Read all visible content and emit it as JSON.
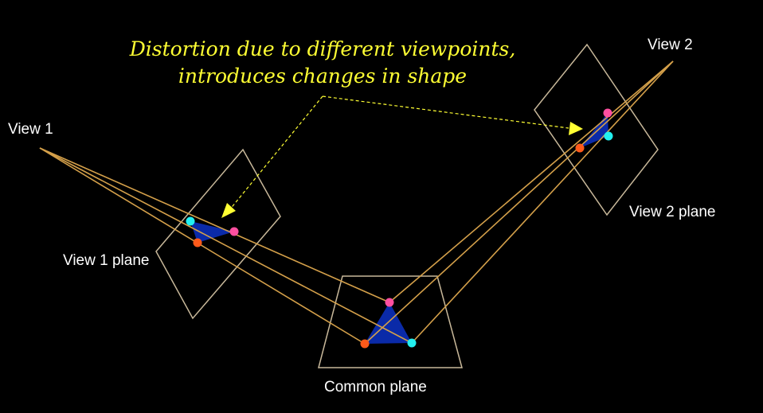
{
  "caption": {
    "line1": "Distortion due to different viewpoints,",
    "line2": "introduces changes in shape"
  },
  "labels": {
    "view1": "View 1",
    "view2": "View 2",
    "view1_plane": "View 1 plane",
    "view2_plane": "View 2 plane",
    "common_plane": "Common plane"
  },
  "colors": {
    "background": "#000000",
    "plane_outline": "#c8b89a",
    "projection_ray": "#d4a04a",
    "triangle_fill": "#0a2aa8",
    "vertex_pink": "#ff4fa0",
    "vertex_cyan": "#22f0f0",
    "vertex_orange": "#ff5a1a",
    "caption": "#ffff33",
    "pointer_arrow": "#ffff33"
  }
}
